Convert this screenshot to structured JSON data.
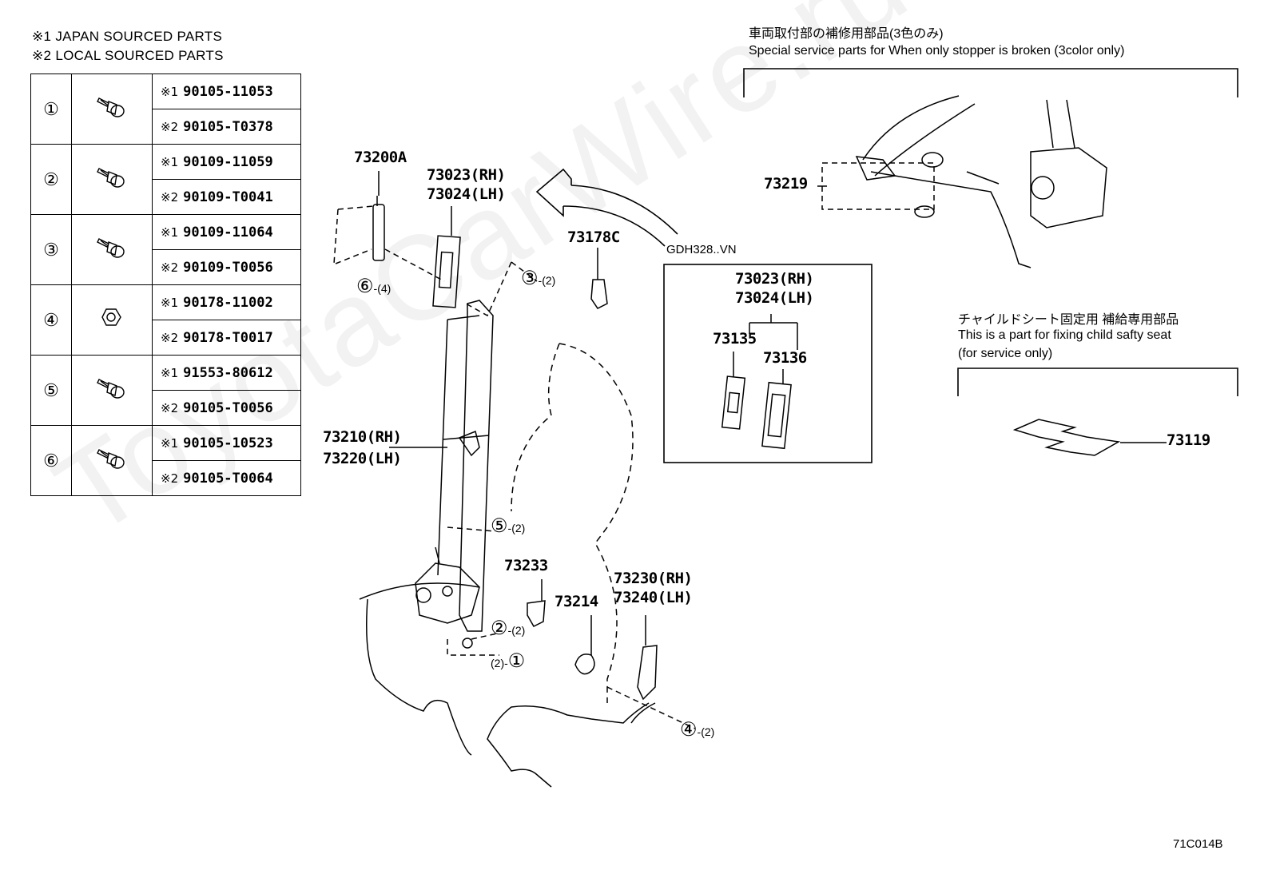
{
  "legend": {
    "japan": "※1  JAPAN SOURCED PARTS",
    "local": "※2  LOCAL SOURCED PARTS"
  },
  "marks": {
    "japan": "※1",
    "local": "※2"
  },
  "fastener_table": [
    {
      "num": "①",
      "japan": "90105-11053",
      "local": "90105-T0378",
      "icon": "bolt-icon"
    },
    {
      "num": "②",
      "japan": "90109-11059",
      "local": "90109-T0041",
      "icon": "bolt-icon"
    },
    {
      "num": "③",
      "japan": "90109-11064",
      "local": "90109-T0056",
      "icon": "bolt-icon"
    },
    {
      "num": "④",
      "japan": "90178-11002",
      "local": "90178-T0017",
      "icon": "nut-icon"
    },
    {
      "num": "⑤",
      "japan": "91553-80612",
      "local": "90105-T0056",
      "icon": "bolt-icon"
    },
    {
      "num": "⑥",
      "japan": "90105-10523",
      "local": "90105-T0064",
      "icon": "bolt-icon"
    }
  ],
  "callouts": {
    "p73200A": "73200A",
    "p73023": "73023(RH)",
    "p73024": "73024(LH)",
    "p73178C": "73178C",
    "p73210": "73210(RH)",
    "p73220": "73220(LH)",
    "p73233": "73233",
    "p73214": "73214",
    "p73230": "73230(RH)",
    "p73240": "73240(LH)",
    "p73219": "73219",
    "p73119": "73119",
    "box_73023": "73023(RH)",
    "box_73024": "73024(LH)",
    "p73135": "73135",
    "p73136": "73136"
  },
  "qty_refs": {
    "r6": "⑥",
    "r6q": "(4)",
    "r3": "③",
    "r3q": "(2)",
    "r5": "⑤",
    "r5q": "(2)",
    "r2": "②",
    "r2q": "(2)",
    "r1": "①",
    "r1q": "(2)",
    "r4": "④",
    "r4q": "(2)"
  },
  "service_stopper": {
    "jp": "車両取付部の補修用部品(3色のみ)",
    "en": "Special service parts for When only stopper is broken (3color only)"
  },
  "child_seat": {
    "jp": "チャイルドシート固定用 補給専用部品",
    "en1": "This is a part for fixing child safty seat",
    "en2": "(for service only)"
  },
  "model_code": "GDH328..VN",
  "figure_code": "71C014B",
  "watermark": "ToyotaCarWire.ru"
}
